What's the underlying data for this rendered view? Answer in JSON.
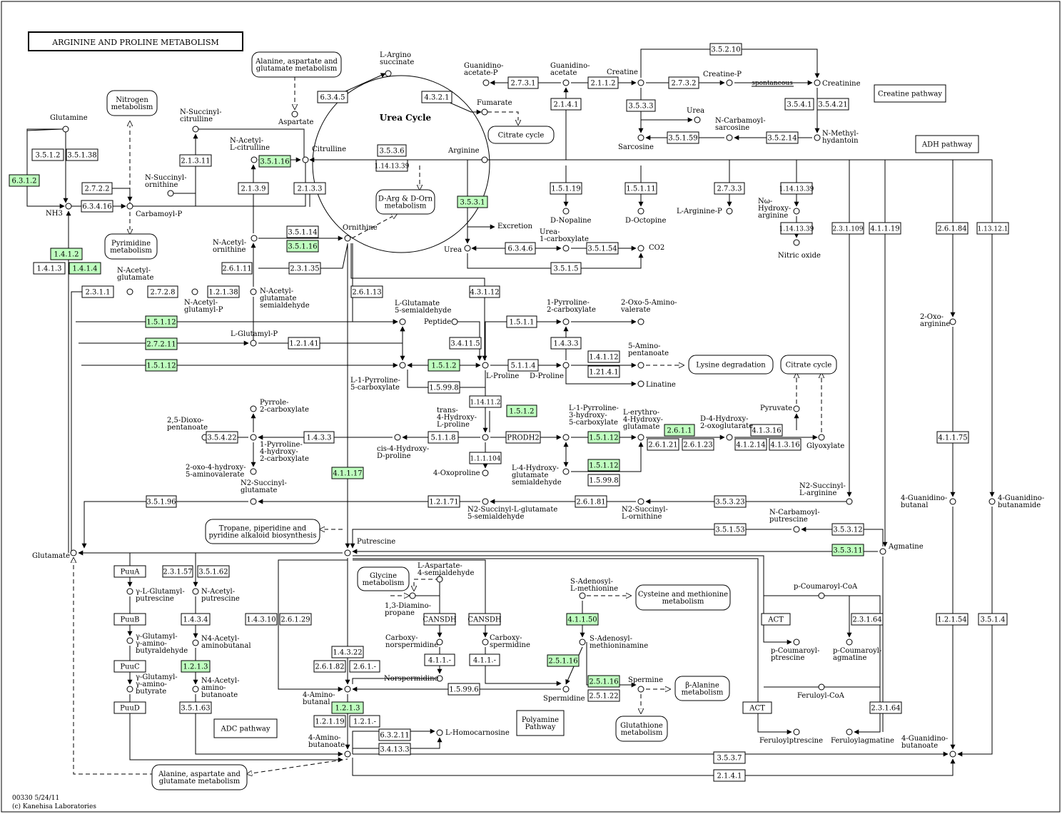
{
  "title": "ARGININE AND PROLINE METABOLISM",
  "footer": {
    "map_id": "00330 5/24/11",
    "copyright": "(c) Kanehisa Laboratories"
  },
  "colors": {
    "highlight": "#bfffbf",
    "plain": "#ffffff",
    "line": "#000000"
  },
  "cycle_label": "Urea Cycle",
  "compounds": [
    {
      "id": "glutamine",
      "label": "Glutamine"
    },
    {
      "id": "nh3",
      "label": "NH3"
    },
    {
      "id": "carbamoyl-p",
      "label": "Carbamoyl-P"
    },
    {
      "id": "n-succinyl-citrulline",
      "label": "N-Succinyl-|citrulline"
    },
    {
      "id": "n-succinyl-ornithine",
      "label": "N-Succinyl-|ornithine"
    },
    {
      "id": "n-acetyl-citrulline",
      "label": "N-Acetyl-|L-citrulline"
    },
    {
      "id": "citrulline",
      "label": "Citrulline"
    },
    {
      "id": "aspartate",
      "label": "Aspartate"
    },
    {
      "id": "argino-succinate",
      "label": "L-Argino|succinate"
    },
    {
      "id": "fumarate",
      "label": "Fumarate"
    },
    {
      "id": "arginine",
      "label": "Arginine"
    },
    {
      "id": "ornithine",
      "label": "Ornithine"
    },
    {
      "id": "n-acetyl-ornithine",
      "label": "N-Acetyl-|ornithine"
    },
    {
      "id": "n-acetyl-glutamate",
      "label": "N-Acetyl-|glutamate"
    },
    {
      "id": "n-acetyl-glutamyl-p",
      "label": "N-Acetyl-|glutamyl-P"
    },
    {
      "id": "n-acetyl-glutamate-semialdehyde",
      "label": "N-Acetyl-|glutamate|semialdehyde"
    },
    {
      "id": "guanidino-acetate-p",
      "label": "Guanidino-|acetate-P"
    },
    {
      "id": "guanidino-acetate",
      "label": "Guanidino-|acetate"
    },
    {
      "id": "creatine",
      "label": "Creatine"
    },
    {
      "id": "creatine-p",
      "label": "Creatine-P"
    },
    {
      "id": "creatinine",
      "label": "Creatinine"
    },
    {
      "id": "urea-top",
      "label": "Urea"
    },
    {
      "id": "sarcosine",
      "label": "Sarcosine"
    },
    {
      "id": "n-carbamoyl-sarcosine",
      "label": "N-Carbamoyl-|sarcosine"
    },
    {
      "id": "n-methyl-hydantoin",
      "label": "N-Methyl-|hydantoin"
    },
    {
      "id": "d-nopaline",
      "label": "D-Nopaline"
    },
    {
      "id": "d-octopine",
      "label": "D-Octopine"
    },
    {
      "id": "l-arginine-p",
      "label": "L-Arginine-P"
    },
    {
      "id": "nw-hydroxy-arginine",
      "label": "Nω-|Hydroxy-|arginine"
    },
    {
      "id": "nitric-oxide",
      "label": "Nitric oxide"
    },
    {
      "id": "urea",
      "label": "Urea"
    },
    {
      "id": "urea-1-carboxylate",
      "label": "Urea-|1-carboxylate"
    },
    {
      "id": "co2",
      "label": "CO2"
    },
    {
      "id": "excretion",
      "label": "Excretion"
    },
    {
      "id": "l-glutamate-5-semialdehyde",
      "label": "L-Glutamate|5-semialdehyde"
    },
    {
      "id": "l-glutamyl-p",
      "label": "L-Glutamyl-P"
    },
    {
      "id": "peptide",
      "label": "Peptide"
    },
    {
      "id": "l-proline",
      "label": "L-Proline"
    },
    {
      "id": "d-proline",
      "label": "D-Proline"
    },
    {
      "id": "p5c-left",
      "label": "L-1-Pyrroline-|5-carboxylate"
    },
    {
      "id": "1-pyrroline-2-carboxylate",
      "label": "1-Pyrroline-|2-carboxylate"
    },
    {
      "id": "2-oxo-5-amino-valerate",
      "label": "2-Oxo-5-Amino-|valerate"
    },
    {
      "id": "5-amino-pentanoate",
      "label": "5-Amino-|pentanoate"
    },
    {
      "id": "linatine",
      "label": "Linatine"
    },
    {
      "id": "pyrrole-2-carboxylate",
      "label": "Pyrrole-|2-carboxylate"
    },
    {
      "id": "2-5-dioxo-pentanoate",
      "label": "2,5-Dioxo-|pentanoate"
    },
    {
      "id": "1-pyrroline-4-hydroxy",
      "label": "1-Pyrroline-|4-hydroxy-|2-carboxylate"
    },
    {
      "id": "2-oxo-4-hydroxy",
      "label": "2-oxo-4-hydroxy-|5-aminovalerate"
    },
    {
      "id": "cis-4-hydroxy-d-proline",
      "label": "cis-4-Hydroxy-|D-proline"
    },
    {
      "id": "trans-4-hydroxy-l-proline",
      "label": "trans-|4-Hydroxy-|L-proline"
    },
    {
      "id": "4-oxoproline",
      "label": "4-Oxoproline"
    },
    {
      "id": "l-1-pyrroline-3-hydroxy",
      "label": "L-1-Pyrroline-|3-hydroxy-|5-carboxylate"
    },
    {
      "id": "l-4-hydroxy-glutamate-semialdehyde",
      "label": "L-4-Hydroxy-|glutamate|semialdehyde"
    },
    {
      "id": "l-erythro-4-hydroxy-glutamate",
      "label": "L-erythro-|4-Hydroxy-|glutamate"
    },
    {
      "id": "d-4-hydroxy-2-oxoglutarate",
      "label": "D-4-Hydroxy-|2-oxoglutarate"
    },
    {
      "id": "pyruvate",
      "label": "Pyruvate"
    },
    {
      "id": "glyoxylate",
      "label": "Glyoxylate"
    },
    {
      "id": "n2-succinyl-glutamate",
      "label": "N2-Succinyl-|glutamate"
    },
    {
      "id": "n2-succinyl-l-glutamate-semialdehyde",
      "label": "N2-Succinyl-L-glutamate|5-semialdehyde"
    },
    {
      "id": "n2-succinyl-l-ornithine",
      "label": "N2-Succinyl-|L-ornithine"
    },
    {
      "id": "n2-succinyl-l-arginine",
      "label": "N2-Succinyl-|L-arginine"
    },
    {
      "id": "n-carbamoyl-putrescine",
      "label": "N-Carbamoyl-|putrescine"
    },
    {
      "id": "agmatine",
      "label": "Agmatine"
    },
    {
      "id": "putrescine",
      "label": "Putrescine"
    },
    {
      "id": "glutamate",
      "label": "Glutamate"
    },
    {
      "id": "g-glutamyl-putrescine",
      "label": "γ-L-Glutamyl-|putrescine"
    },
    {
      "id": "g-glutamyl-aminobutyraldehyde",
      "label": "γ-Glutamyl-|γ-amino-|butyraldehyde"
    },
    {
      "id": "g-glutamyl-aminobutyrate",
      "label": "γ-Glutamyl-|γ-amino-|butyrate"
    },
    {
      "id": "n-acetyl-putrescine",
      "label": "N-Acetyl-|putrescine"
    },
    {
      "id": "n4-acetyl-aminobutanal",
      "label": "N4-Acetyl-|aminobutanal"
    },
    {
      "id": "n4-acetyl-aminobutanoate",
      "label": "N4-Acetyl-|amino-|butanoate"
    },
    {
      "id": "l-aspartate-4-semialdehyde",
      "label": "L-Aspartate-|4-semialdehyde"
    },
    {
      "id": "1-3-diamino-propane",
      "label": "1,3-Diamino-|propane"
    },
    {
      "id": "carboxy-norspermidine",
      "label": "Carboxy-|norspermidine"
    },
    {
      "id": "carboxy-spermidine",
      "label": "Carboxy-|spermidine"
    },
    {
      "id": "norspermidine",
      "label": "Norspermidine"
    },
    {
      "id": "4-amino-butanal",
      "label": "4-Amino-|butanal"
    },
    {
      "id": "4-amino-butanoate",
      "label": "4-Amino-|butanoate"
    },
    {
      "id": "l-homocarnosine",
      "label": "L-Homocarnosine"
    },
    {
      "id": "s-adenosyl-methionine",
      "label": "S-Adenosyl-|L-methionine"
    },
    {
      "id": "s-adenosyl-methioninamine",
      "label": "S-Adenosyl-|methioninamine"
    },
    {
      "id": "spermidine",
      "label": "Spermidine"
    },
    {
      "id": "spermine",
      "label": "Spermine"
    },
    {
      "id": "p-coumaroyl-coa",
      "label": "p-Coumaroyl-CoA"
    },
    {
      "id": "p-coumaroyl-putrescine",
      "label": "p-Coumaroyl-|ptrescine"
    },
    {
      "id": "p-coumaroyl-agmatine",
      "label": "p-Coumaroyl-|agmatine"
    },
    {
      "id": "feruloyl-coa",
      "label": "Feruloyl-CoA"
    },
    {
      "id": "feruloylputrescine",
      "label": "Feruloylptrescine"
    },
    {
      "id": "feruloylagmatine",
      "label": "Feruloylagmatine"
    },
    {
      "id": "2-oxo-arginine",
      "label": "2-Oxo-|arginine"
    },
    {
      "id": "4-guanidino-butanal",
      "label": "4-Guanidino-|butanal"
    },
    {
      "id": "4-guanidino-butanamide",
      "label": "4-Guanidino-|butanamide"
    },
    {
      "id": "4-guanidino-butanoate",
      "label": "4-Guanidino-|butanoate"
    }
  ],
  "enzymes": [
    {
      "id": "e-3-5-1-2",
      "label": "3.5.1.2",
      "hl": false
    },
    {
      "id": "e-3-5-1-38",
      "label": "3.5.1.38",
      "hl": false
    },
    {
      "id": "e-6-3-1-2",
      "label": "6.3.1.2",
      "hl": true
    },
    {
      "id": "e-2-7-2-2",
      "label": "2.7.2.2",
      "hl": false
    },
    {
      "id": "e-6-3-4-16",
      "label": "6.3.4.16",
      "hl": false
    },
    {
      "id": "e-1-4-1-2",
      "label": "1.4.1.2",
      "hl": true
    },
    {
      "id": "e-1-4-1-3",
      "label": "1.4.1.3",
      "hl": false
    },
    {
      "id": "e-1-4-1-4",
      "label": "1.4.1.4",
      "hl": true
    },
    {
      "id": "e-2-1-3-11",
      "label": "2.1.3.11",
      "hl": false
    },
    {
      "id": "e-2-1-3-9",
      "label": "2.1.3.9",
      "hl": false
    },
    {
      "id": "e-2-1-3-3",
      "label": "2.1.3.3",
      "hl": false
    },
    {
      "id": "e-3-5-1-16a",
      "label": "3.5.1.16",
      "hl": true
    },
    {
      "id": "e-6-3-4-5",
      "label": "6.3.4.5",
      "hl": false
    },
    {
      "id": "e-4-3-2-1",
      "label": "4.3.2.1",
      "hl": false
    },
    {
      "id": "e-3-5-3-6",
      "label": "3.5.3.6",
      "hl": false
    },
    {
      "id": "e-1-14-13-39a",
      "label": "1.14.13.39",
      "hl": false
    },
    {
      "id": "e-3-5-3-1",
      "label": "3.5.3.1",
      "hl": true
    },
    {
      "id": "e-3-5-1-14",
      "label": "3.5.1.14",
      "hl": false
    },
    {
      "id": "e-3-5-1-16b",
      "label": "3.5.1.16",
      "hl": true
    },
    {
      "id": "e-2-6-1-11",
      "label": "2.6.1.11",
      "hl": false
    },
    {
      "id": "e-2-3-1-35",
      "label": "2.3.1.35",
      "hl": false
    },
    {
      "id": "e-2-3-1-1",
      "label": "2.3.1.1",
      "hl": false
    },
    {
      "id": "e-2-7-2-8",
      "label": "2.7.2.8",
      "hl": false
    },
    {
      "id": "e-1-2-1-38",
      "label": "1.2.1.38",
      "hl": false
    },
    {
      "id": "e-2-7-3-1",
      "label": "2.7.3.1",
      "hl": false
    },
    {
      "id": "e-2-1-1-2",
      "label": "2.1.1.2",
      "hl": false
    },
    {
      "id": "e-2-1-4-1a",
      "label": "2.1.4.1",
      "hl": false
    },
    {
      "id": "e-2-7-3-2",
      "label": "2.7.3.2",
      "hl": false
    },
    {
      "id": "e-3-5-2-10",
      "label": "3.5.2.10",
      "hl": false
    },
    {
      "id": "e-3-5-3-3",
      "label": "3.5.3.3",
      "hl": false
    },
    {
      "id": "e-3-5-4-1",
      "label": "3.5.4.1",
      "hl": false
    },
    {
      "id": "e-3-5-4-21",
      "label": "3.5.4.21",
      "hl": false
    },
    {
      "id": "e-3-5-1-59",
      "label": "3.5.1.59",
      "hl": false
    },
    {
      "id": "e-3-5-2-14",
      "label": "3.5.2.14",
      "hl": false
    },
    {
      "id": "e-1-5-1-19",
      "label": "1.5.1.19",
      "hl": false
    },
    {
      "id": "e-1-5-1-11",
      "label": "1.5.1.11",
      "hl": false
    },
    {
      "id": "e-2-7-3-3",
      "label": "2.7.3.3",
      "hl": false
    },
    {
      "id": "e-1-14-13-39b",
      "label": "1.14.13.39",
      "hl": false
    },
    {
      "id": "e-1-14-13-39c",
      "label": "1.14.13.39",
      "hl": false
    },
    {
      "id": "e-6-3-4-6",
      "label": "6.3.4.6",
      "hl": false
    },
    {
      "id": "e-3-5-1-54",
      "label": "3.5.1.54",
      "hl": false
    },
    {
      "id": "e-3-5-1-5",
      "label": "3.5.1.5",
      "hl": false
    },
    {
      "id": "e-2-3-1-109",
      "label": "2.3.1.109",
      "hl": false
    },
    {
      "id": "e-4-1-1-19",
      "label": "4.1.1.19",
      "hl": false
    },
    {
      "id": "e-2-6-1-84",
      "label": "2.6.1.84",
      "hl": false
    },
    {
      "id": "e-1-13-12-1",
      "label": "1.13.12.1",
      "hl": false
    },
    {
      "id": "e-1-5-1-12a",
      "label": "1.5.1.12",
      "hl": true
    },
    {
      "id": "e-2-7-2-11",
      "label": "2.7.2.11",
      "hl": true
    },
    {
      "id": "e-1-5-1-12b",
      "label": "1.5.1.12",
      "hl": true
    },
    {
      "id": "e-1-2-1-41",
      "label": "1.2.1.41",
      "hl": false
    },
    {
      "id": "e-2-6-1-13",
      "label": "2.6.1.13",
      "hl": false
    },
    {
      "id": "e-4-3-1-12",
      "label": "4.3.1.12",
      "hl": false
    },
    {
      "id": "e-1-5-1-1",
      "label": "1.5.1.1",
      "hl": false
    },
    {
      "id": "e-3-4-11-5",
      "label": "3.4.11.5",
      "hl": false
    },
    {
      "id": "e-1-4-3-3a",
      "label": "1.4.3.3",
      "hl": false
    },
    {
      "id": "e-1-5-1-2a",
      "label": "1.5.1.2",
      "hl": true
    },
    {
      "id": "e-5-1-1-4",
      "label": "5.1.1.4",
      "hl": false
    },
    {
      "id": "e-1-4-1-12",
      "label": "1.4.1.12",
      "hl": false
    },
    {
      "id": "e-1-21-4-1",
      "label": "1.21.4.1",
      "hl": false
    },
    {
      "id": "e-1-5-99-8a",
      "label": "1.5.99.8",
      "hl": false
    },
    {
      "id": "e-1-14-11-2",
      "label": "1.14.11.2",
      "hl": false
    },
    {
      "id": "e-1-5-1-2b",
      "label": "1.5.1.2",
      "hl": true
    },
    {
      "id": "e-3-5-4-22",
      "label": "3.5.4.22",
      "hl": false
    },
    {
      "id": "e-1-4-3-3b",
      "label": "1.4.3.3",
      "hl": false
    },
    {
      "id": "e-5-1-1-8",
      "label": "5.1.1.8",
      "hl": false
    },
    {
      "id": "e-prodh2",
      "label": "PRODH2",
      "hl": false
    },
    {
      "id": "e-1-1-1-104",
      "label": "1.1.1.104",
      "hl": false
    },
    {
      "id": "e-1-5-1-12c",
      "label": "1.5.1.12",
      "hl": true
    },
    {
      "id": "e-1-5-1-12d",
      "label": "1.5.1.12",
      "hl": true
    },
    {
      "id": "e-1-5-99-8b",
      "label": "1.5.99.8",
      "hl": false
    },
    {
      "id": "e-2-6-1-1",
      "label": "2.6.1.1",
      "hl": true
    },
    {
      "id": "e-2-6-1-21",
      "label": "2.6.1.21",
      "hl": false
    },
    {
      "id": "e-2-6-1-23",
      "label": "2.6.1.23",
      "hl": false
    },
    {
      "id": "e-4-1-3-16",
      "label": "4.1.3.16",
      "hl": false
    },
    {
      "id": "e-4-1-2-14",
      "label": "4.1.2.14",
      "hl": false
    },
    {
      "id": "e-4-1-3-16b",
      "label": "4.1.3.16",
      "hl": false
    },
    {
      "id": "e-4-1-1-17",
      "label": "4.1.1.17",
      "hl": true
    },
    {
      "id": "e-3-5-1-96",
      "label": "3.5.1.96",
      "hl": false
    },
    {
      "id": "e-1-2-1-71",
      "label": "1.2.1.71",
      "hl": false
    },
    {
      "id": "e-2-6-1-81",
      "label": "2.6.1.81",
      "hl": false
    },
    {
      "id": "e-3-5-3-23",
      "label": "3.5.3.23",
      "hl": false
    },
    {
      "id": "e-3-5-1-53",
      "label": "3.5.1.53",
      "hl": false
    },
    {
      "id": "e-3-5-3-12",
      "label": "3.5.3.12",
      "hl": false
    },
    {
      "id": "e-3-5-3-11",
      "label": "3.5.3.11",
      "hl": true
    },
    {
      "id": "e-puua",
      "label": "PuuA",
      "hl": false
    },
    {
      "id": "e-puub",
      "label": "PuuB",
      "hl": false
    },
    {
      "id": "e-puuc",
      "label": "PuuC",
      "hl": false
    },
    {
      "id": "e-puud",
      "label": "PuuD",
      "hl": false
    },
    {
      "id": "e-2-3-1-57",
      "label": "2.3.1.57",
      "hl": false
    },
    {
      "id": "e-3-5-1-62",
      "label": "3.5.1.62",
      "hl": false
    },
    {
      "id": "e-1-4-3-4",
      "label": "1.4.3.4",
      "hl": false
    },
    {
      "id": "e-1-2-1-3a",
      "label": "1.2.1.3",
      "hl": true
    },
    {
      "id": "e-3-5-1-63",
      "label": "3.5.1.63",
      "hl": false
    },
    {
      "id": "e-1-4-3-10",
      "label": "1.4.3.10",
      "hl": false
    },
    {
      "id": "e-2-6-1-29",
      "label": "2.6.1.29",
      "hl": false
    },
    {
      "id": "e-1-4-3-22",
      "label": "1.4.3.22",
      "hl": false
    },
    {
      "id": "e-2-6-1-82",
      "label": "2.6.1.82",
      "hl": false
    },
    {
      "id": "e-2-6-1-x",
      "label": "2.6.1.-",
      "hl": false
    },
    {
      "id": "e-1-2-1-3b",
      "label": "1.2.1.3",
      "hl": true
    },
    {
      "id": "e-1-2-1-19",
      "label": "1.2.1.19",
      "hl": false
    },
    {
      "id": "e-1-2-1-x",
      "label": "1.2.1.-",
      "hl": false
    },
    {
      "id": "e-cansdh-a",
      "label": "CANSDH",
      "hl": false
    },
    {
      "id": "e-cansdh-b",
      "label": "CANSDH",
      "hl": false
    },
    {
      "id": "e-4-1-1-xa",
      "label": "4.1.1.-",
      "hl": false
    },
    {
      "id": "e-4-1-1-xb",
      "label": "4.1.1.-",
      "hl": false
    },
    {
      "id": "e-1-5-99-6",
      "label": "1.5.99.6",
      "hl": false
    },
    {
      "id": "e-4-1-1-50",
      "label": "4.1.1.50",
      "hl": true
    },
    {
      "id": "e-2-5-1-16a",
      "label": "2.5.1.16",
      "hl": true
    },
    {
      "id": "e-2-5-1-16b",
      "label": "2.5.1.16",
      "hl": true
    },
    {
      "id": "e-2-5-1-22",
      "label": "2.5.1.22",
      "hl": false
    },
    {
      "id": "e-6-3-2-11",
      "label": "6.3.2.11",
      "hl": false
    },
    {
      "id": "e-3-4-13-3",
      "label": "3.4.13.3",
      "hl": false
    },
    {
      "id": "e-act-a",
      "label": "ACT",
      "hl": false
    },
    {
      "id": "e-act-b",
      "label": "ACT",
      "hl": false
    },
    {
      "id": "e-2-3-1-64a",
      "label": "2.3.1.64",
      "hl": false
    },
    {
      "id": "e-2-3-1-64b",
      "label": "2.3.1.64",
      "hl": false
    },
    {
      "id": "e-4-1-1-75",
      "label": "4.1.1.75",
      "hl": false
    },
    {
      "id": "e-1-2-1-54",
      "label": "1.2.1.54",
      "hl": false
    },
    {
      "id": "e-3-5-1-4",
      "label": "3.5.1.4",
      "hl": false
    },
    {
      "id": "e-3-5-3-7",
      "label": "3.5.3.7",
      "hl": false
    },
    {
      "id": "e-2-1-4-1b",
      "label": "2.1.4.1",
      "hl": false
    }
  ],
  "maps": [
    {
      "id": "m-ala-asp-top",
      "label": "Alanine, aspartate and|glutamate metabolism"
    },
    {
      "id": "m-nitrogen",
      "label": "Nitrogen|metabolism"
    },
    {
      "id": "m-pyrimidine",
      "label": "Pyrimidine|metabolism"
    },
    {
      "id": "m-citrate-top",
      "label": "Citrate cycle"
    },
    {
      "id": "m-d-arg",
      "label": "D-Arg & D-Orn|metabolism"
    },
    {
      "id": "m-lysine",
      "label": "Lysine degradation"
    },
    {
      "id": "m-citrate-right",
      "label": "Citrate cycle"
    },
    {
      "id": "m-tropane",
      "label": "Tropane, piperidine and|pyridine alkaloid biosynthesis"
    },
    {
      "id": "m-glycine",
      "label": "Glycine|metabolism"
    },
    {
      "id": "m-cysteine",
      "label": "Cysteine and methionine|metabolism"
    },
    {
      "id": "m-beta-ala",
      "label": "β-Alanine|metabolism"
    },
    {
      "id": "m-glutathione",
      "label": "Glutathione|metabolism"
    },
    {
      "id": "m-ala-asp-bottom",
      "label": "Alanine, aspartate and|glutamate metabolism"
    }
  ],
  "pathway_boxes": [
    {
      "id": "p-creatine",
      "label": "Creatine pathway"
    },
    {
      "id": "p-adh",
      "label": "ADH pathway"
    },
    {
      "id": "p-adc",
      "label": "ADC pathway"
    },
    {
      "id": "p-polyamine",
      "label": "Polyamine|Pathway"
    }
  ],
  "notes": [
    {
      "id": "n-spontaneous",
      "label": "spontaneous"
    }
  ]
}
